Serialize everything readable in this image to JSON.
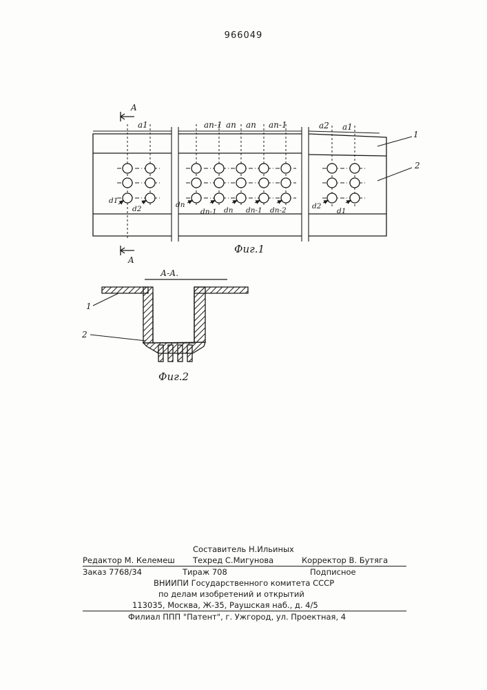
{
  "patent_number": "966049",
  "figure1": {
    "section_marker": "A",
    "spacing_labels": [
      "a1",
      "an-1",
      "an",
      "an",
      "an-1",
      "a2",
      "a1"
    ],
    "diameter_labels": [
      "d1",
      "d2",
      "dn",
      "dn-1",
      "dn",
      "dn-1",
      "dn-2",
      "d2",
      "d1"
    ],
    "callouts": [
      "1",
      "2"
    ],
    "caption": "Фиг.1"
  },
  "figure2": {
    "section_title": "А-А.",
    "callouts": [
      "1",
      "2"
    ],
    "caption": "Фиг.2"
  },
  "colophon": {
    "compiler": "Составитель Н.Ильиных",
    "editor": "Редактор М. Келемеш",
    "techred": "Техред С.Мигунова",
    "corrector": "Корректор В. Бутяга",
    "order": "Заказ 7768/34",
    "circulation": "Тираж 708",
    "subscription": "Подписное",
    "org_line1": "ВНИИПИ Государственного комитета СССР",
    "org_line2": "по делам изобретений и открытий",
    "address": "113035, Москва, Ж-35, Раушская наб., д. 4/5",
    "branch": "Филиал ППП \"Патент\", г. Ужгород, ул. Проектная, 4"
  }
}
